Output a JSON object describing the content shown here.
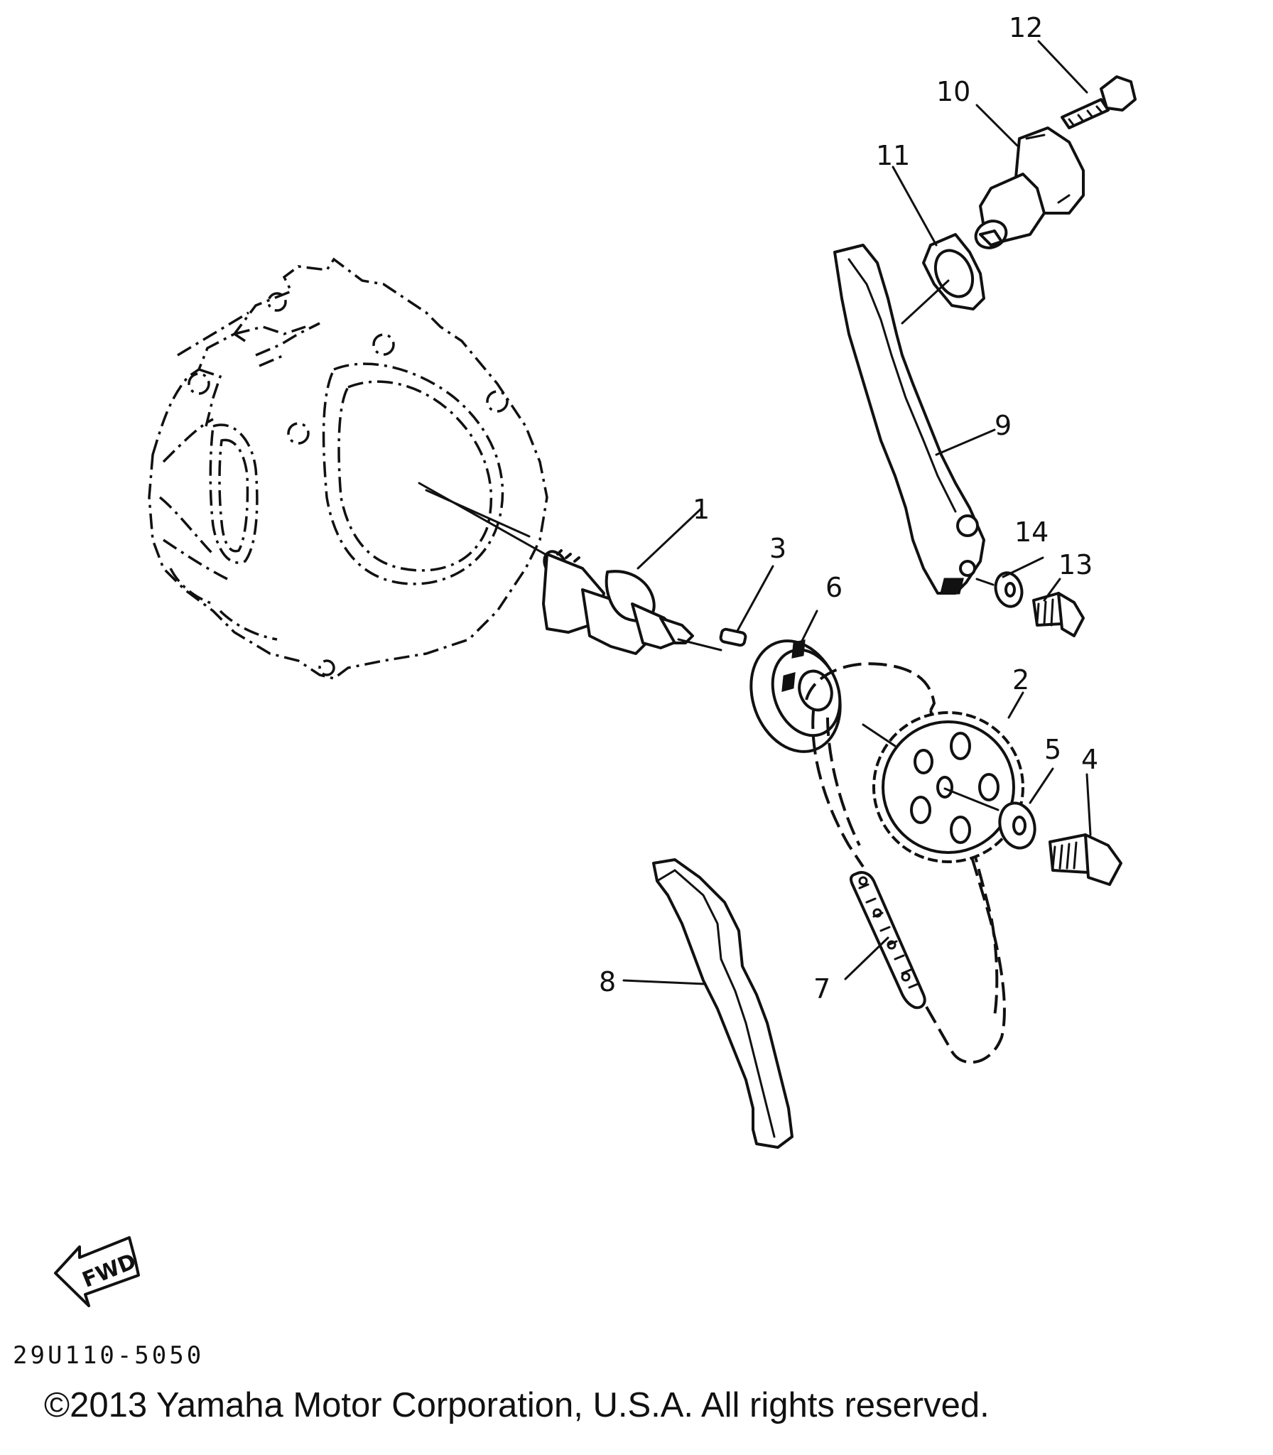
{
  "diagram": {
    "part_labels": [
      "1",
      "2",
      "3",
      "4",
      "5",
      "6",
      "7",
      "8",
      "9",
      "10",
      "11",
      "12",
      "13",
      "14"
    ],
    "fwd_label": "FWD",
    "ref_code": "29U110-5050",
    "copyright": "©2013 Yamaha Motor Corporation, U.S.A. All rights reserved."
  }
}
